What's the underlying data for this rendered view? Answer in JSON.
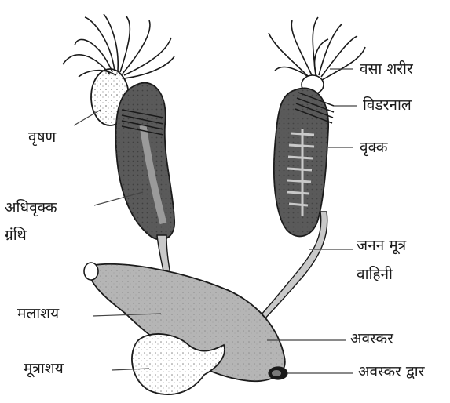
{
  "labels": {
    "vrishan": "वृषण",
    "adhivrikk_line1": "अधिवृक्क",
    "adhivrikk_line2": "ग्रंथि",
    "malashay": "मलाशय",
    "mutrashay": "मूत्राशय",
    "vasa_sharir": "वसा शरीर",
    "vidarnal": "विडरनाल",
    "vrikk": "वृक्क",
    "janan_line1": "जनन मूत्र",
    "janan_line2": "वाहिनी",
    "avaskar": "अवस्कर",
    "avaskar_dwar": "अवस्कर द्वार"
  },
  "colors": {
    "outline": "#1a1a1a",
    "organ_dark": "#5a5a5a",
    "organ_mid": "#9a9a9a",
    "organ_light": "#c9c9c9",
    "fat_body": "#ffffff",
    "leader_line": "#444444"
  }
}
